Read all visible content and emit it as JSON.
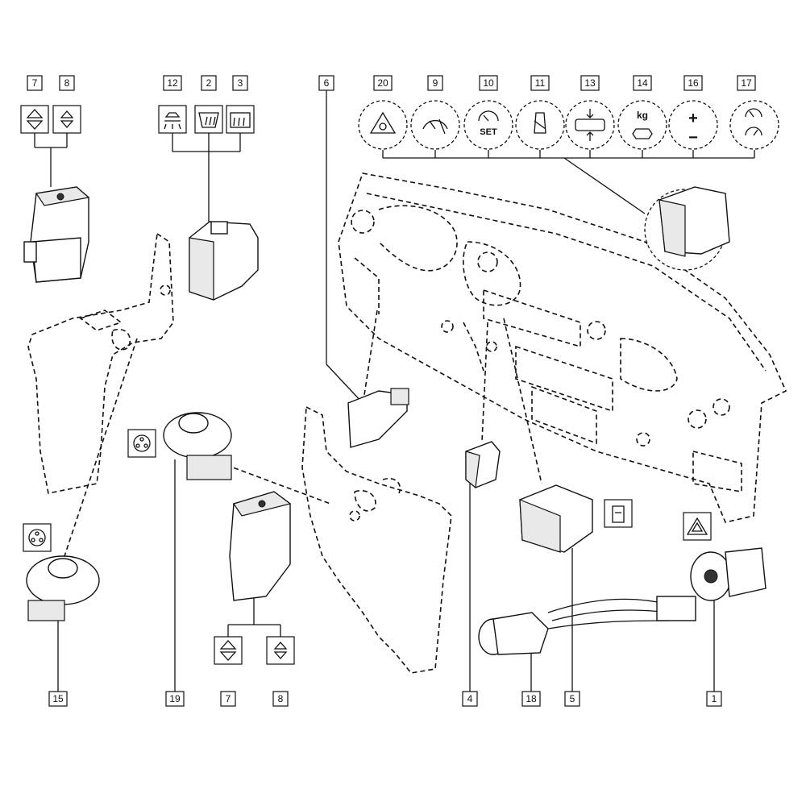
{
  "callouts": [
    {
      "id": "c7a",
      "text": "7"
    },
    {
      "id": "c8a",
      "text": "8"
    },
    {
      "id": "c12",
      "text": "12"
    },
    {
      "id": "c2",
      "text": "2"
    },
    {
      "id": "c3",
      "text": "3"
    },
    {
      "id": "c6",
      "text": "6"
    },
    {
      "id": "c20",
      "text": "20"
    },
    {
      "id": "c9",
      "text": "9"
    },
    {
      "id": "c10",
      "text": "10"
    },
    {
      "id": "c11",
      "text": "11"
    },
    {
      "id": "c13",
      "text": "13"
    },
    {
      "id": "c14",
      "text": "14"
    },
    {
      "id": "c16",
      "text": "16"
    },
    {
      "id": "c17",
      "text": "17"
    },
    {
      "id": "c15",
      "text": "15"
    },
    {
      "id": "c19",
      "text": "19"
    },
    {
      "id": "c7b",
      "text": "7"
    },
    {
      "id": "c8b",
      "text": "8"
    },
    {
      "id": "c4",
      "text": "4"
    },
    {
      "id": "c18",
      "text": "18"
    },
    {
      "id": "c5",
      "text": "5"
    },
    {
      "id": "c1",
      "text": "1"
    }
  ],
  "symbols": {
    "set_text": "SET",
    "kg_text": "kg",
    "plus_text": "+",
    "minus_text": "−"
  }
}
